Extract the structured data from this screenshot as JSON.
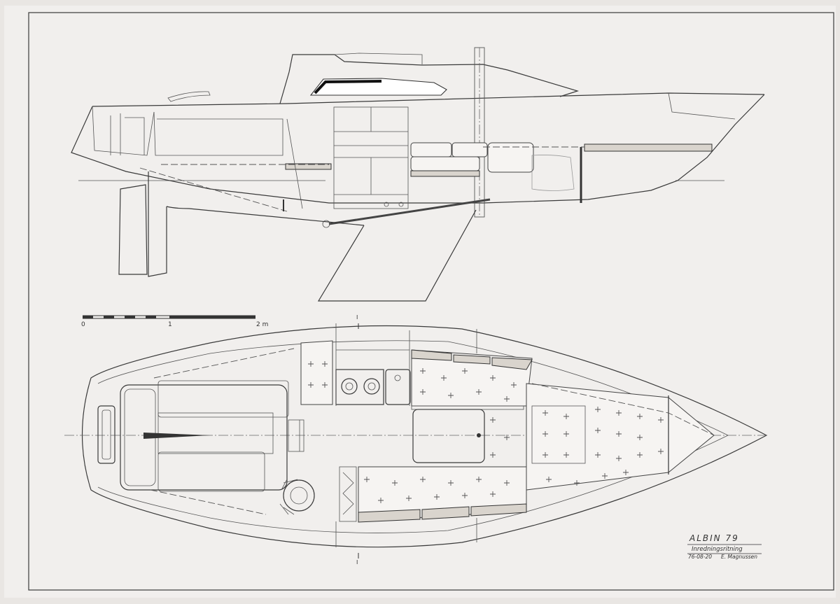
{
  "title_block": {
    "title": "ALBIN 79",
    "subtitle": "Inredningsritning",
    "date": "76-08-20",
    "author": "E. Magnussen"
  },
  "scale_bar": {
    "ticks": [
      "0",
      "1",
      "2 m"
    ]
  },
  "section_marks": [
    "I",
    "I"
  ],
  "colors": {
    "paper": "#f1efed",
    "ink": "#3a3a3a",
    "wood_fill": "#d9d4cd"
  }
}
